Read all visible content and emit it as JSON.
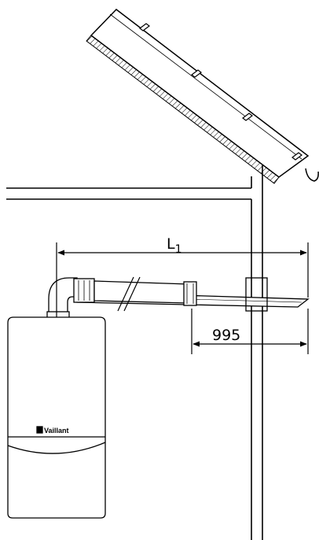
{
  "diagram": {
    "dimension_l1": {
      "label_main": "L",
      "label_sub": "1"
    },
    "dimension_995": {
      "label": "995"
    },
    "boiler": {
      "brand": "Vaillant"
    }
  }
}
